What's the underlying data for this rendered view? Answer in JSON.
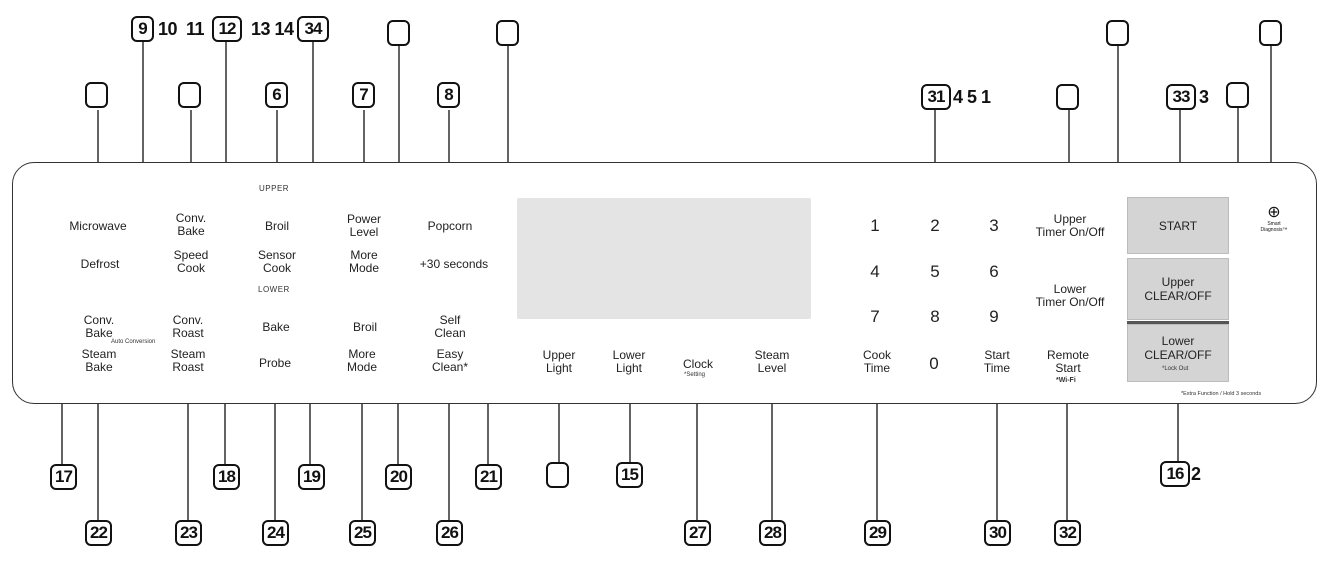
{
  "panel": {
    "section_upper": "UPPER",
    "section_lower": "LOWER",
    "buttons": {
      "microwave": "Microwave",
      "conv_bake_upper": "Conv.\nBake",
      "broil_upper": "Broil",
      "power_level": "Power\nLevel",
      "popcorn": "Popcorn",
      "defrost": "Defrost",
      "speed_cook": "Speed\nCook",
      "sensor_cook": "Sensor\nCook",
      "more_mode_upper": "More\nMode",
      "plus_30": "+30 seconds",
      "conv_bake_lower": "Conv.\nBake",
      "auto_conversion": "Auto Conversion",
      "conv_roast": "Conv.\nRoast",
      "bake_lower": "Bake",
      "broil_lower": "Broil",
      "self_clean": "Self\nClean",
      "steam_bake": "Steam\nBake",
      "steam_roast": "Steam\nRoast",
      "probe": "Probe",
      "more_mode_lower": "More\nMode",
      "easy_clean": "Easy\nClean*",
      "upper_light": "Upper\nLight",
      "lower_light": "Lower\nLight",
      "clock": "Clock",
      "clock_sub": "*Setting",
      "steam_level": "Steam\nLevel",
      "cook_time": "Cook\nTime",
      "start_time": "Start\nTime",
      "remote_start": "Remote\nStart",
      "remote_sub": "*Wi-Fi",
      "upper_timer": "Upper\nTimer On/Off",
      "lower_timer": "Lower\nTimer On/Off",
      "start": "START",
      "upper_clear": "Upper\nCLEAR/OFF",
      "lower_clear": "Lower\nCLEAR/OFF",
      "lock_out": "*Lock Out",
      "extra_note": "*Extra Function / Hold 3 seconds",
      "smart_diagnosis": "Smart\nDiagnosis™"
    },
    "keypad": [
      "1",
      "2",
      "3",
      "4",
      "5",
      "6",
      "7",
      "8",
      "9",
      "0"
    ]
  },
  "callouts": {
    "c6": "6",
    "c7": "7",
    "c8": "8",
    "c9": "9",
    "c12": "12",
    "c34": "34",
    "c31": "31",
    "c33": "33",
    "c15": "15",
    "c16": "16",
    "c17": "17",
    "c18": "18",
    "c19": "19",
    "c20": "20",
    "c21": "21",
    "c22": "22",
    "c23": "23",
    "c24": "24",
    "c25": "25",
    "c26": "26",
    "c27": "27",
    "c28": "28",
    "c29": "29",
    "c30": "30",
    "c32": "32",
    "extra_10": "10",
    "extra_11": "11",
    "extra_13_14": "13 14",
    "extra_4_5_1": "4 5 1",
    "extra_3": "3",
    "extra_2": "2"
  }
}
